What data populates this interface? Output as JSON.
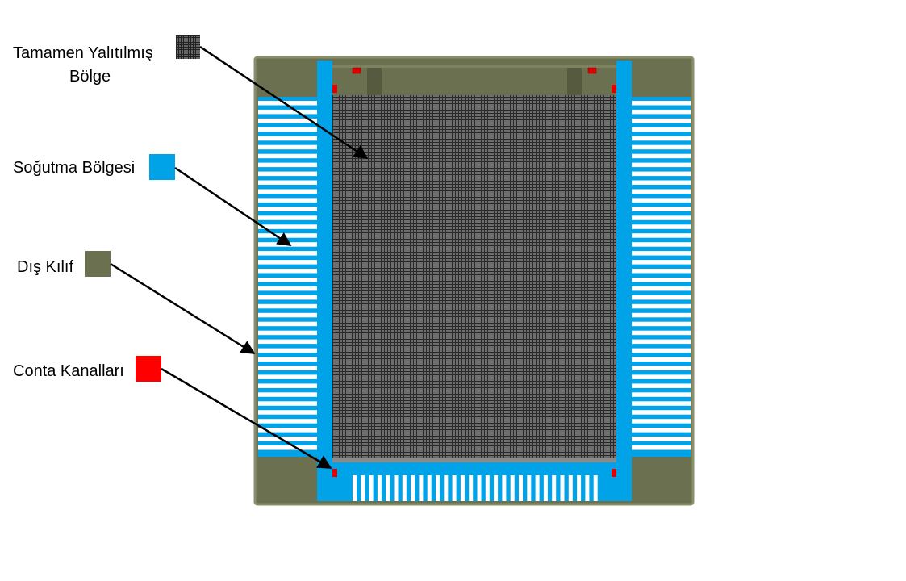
{
  "legend": {
    "insulated": {
      "label_line1": "Tamamen Yalıtılmış",
      "label_line2": "Bölge",
      "color": "#3a3a3a"
    },
    "cooling": {
      "label": "Soğutma Bölgesi",
      "color": "#00a2e8"
    },
    "shell": {
      "label": "Dış Kılıf",
      "color": "#6b7150"
    },
    "seal": {
      "label": "Conta Kanalları",
      "color": "#ff0000"
    }
  }
}
